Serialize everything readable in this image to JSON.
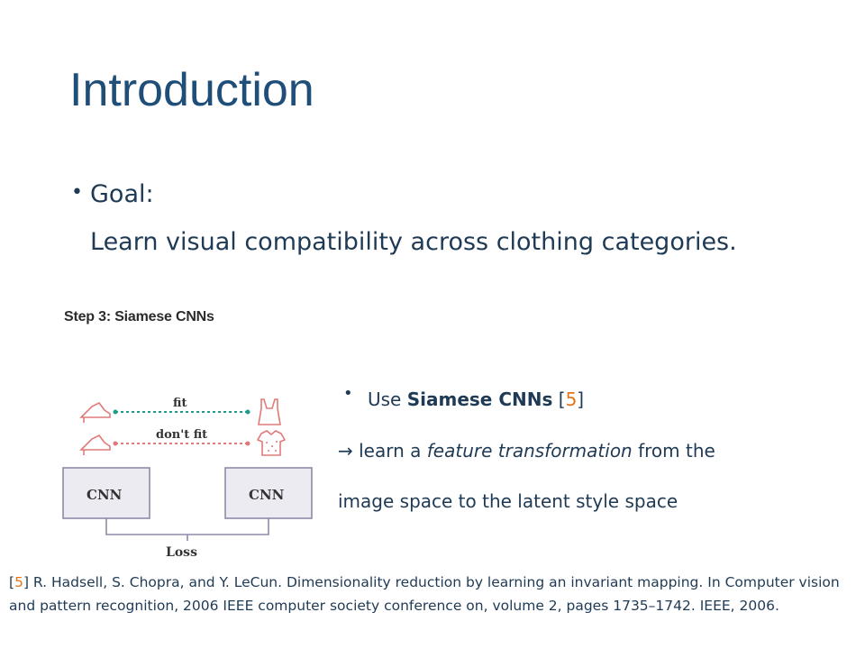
{
  "slide": {
    "title": "Introduction",
    "bullet_symbol": "•",
    "goal": {
      "label": "Goal:",
      "text": "Learn visual compatibility across clothing categories."
    },
    "figure": {
      "heading": "Step 3: Siamese CNNs",
      "fit_label": "fit",
      "dont_fit_label": "don't fit",
      "left_box_label": "CNN",
      "right_box_label": "CNN",
      "loss_label": "Loss",
      "colors": {
        "dotted_arrow": "#1e9c8c",
        "box_fill": "#ecebf1",
        "box_stroke": "#8d8aa8",
        "items": "#e07a7a"
      }
    },
    "siamese": {
      "prefix": "Use ",
      "bold": "Siamese CNNs",
      "space": " ",
      "bracket_open": "[",
      "cite": "5",
      "bracket_close": "]"
    },
    "transform": {
      "arrow": "→",
      "text_before": " learn a ",
      "italic": "feature transformation",
      "text_after": " from the"
    },
    "latent_line": "image space to the latent style space",
    "reference": {
      "bracket_open": "[",
      "cite": "5",
      "bracket_close": "]",
      "text": " R. Hadsell, S. Chopra, and Y. LeCun. Dimensionality reduction by learning an invariant mapping. In Computer vision and pattern recognition, 2006 IEEE computer society conference on, volume 2, pages 1735–1742. IEEE, 2006."
    },
    "colors": {
      "title": "#1f4e79",
      "body_text": "#1f3a55",
      "citation": "#e0771e"
    }
  }
}
